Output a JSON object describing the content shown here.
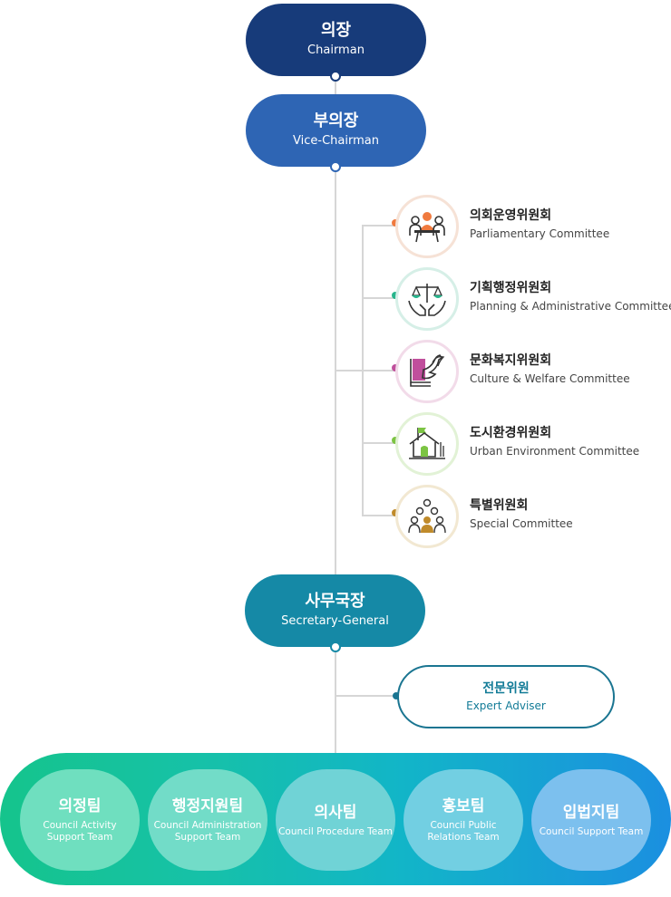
{
  "chairman": {
    "ko": "의장",
    "en": "Chairman"
  },
  "vice_chairman": {
    "ko": "부의장",
    "en": "Vice-Chairman"
  },
  "committees": [
    {
      "ko": "의회운영위원회",
      "en": "Parliamentary Committee",
      "icon": "meeting-icon",
      "color": "#f07a3e"
    },
    {
      "ko": "기획행정위원회",
      "en": "Planning & Administrative Committee",
      "icon": "scales-icon",
      "color": "#27b58c"
    },
    {
      "ko": "문화복지위원회",
      "en": "Culture & Welfare Committee",
      "icon": "book-dove-icon",
      "color": "#c04f9c"
    },
    {
      "ko": "도시환경위원회",
      "en": "Urban Environment Committee",
      "icon": "house-flag-icon",
      "color": "#7cc443"
    },
    {
      "ko": "특별위원회",
      "en": "Special Committee",
      "icon": "people-group-icon",
      "color": "#c08b2b"
    }
  ],
  "secretary_general": {
    "ko": "사무국장",
    "en": "Secretary-General"
  },
  "expert_adviser": {
    "ko": "전문위원",
    "en": "Expert Adviser"
  },
  "teams": [
    {
      "ko": "의정팀",
      "en_line1": "Council Activity",
      "en_line2": "Support Team"
    },
    {
      "ko": "행정지원팀",
      "en_line1": "Council Administration",
      "en_line2": "Support Team"
    },
    {
      "ko": "의사팀",
      "en_line1": "Council Procedure Team",
      "en_line2": ""
    },
    {
      "ko": "홍보팀",
      "en_line1": "Council Public",
      "en_line2": "Relations Team"
    },
    {
      "ko": "입법지팀",
      "en_line1": "Council Support Team",
      "en_line2": ""
    }
  ],
  "colors": {
    "chairman": "#173b7a",
    "vice_chairman": "#2e65b4",
    "secretary_general": "#1589a6",
    "expert_border": "#1a7591"
  }
}
